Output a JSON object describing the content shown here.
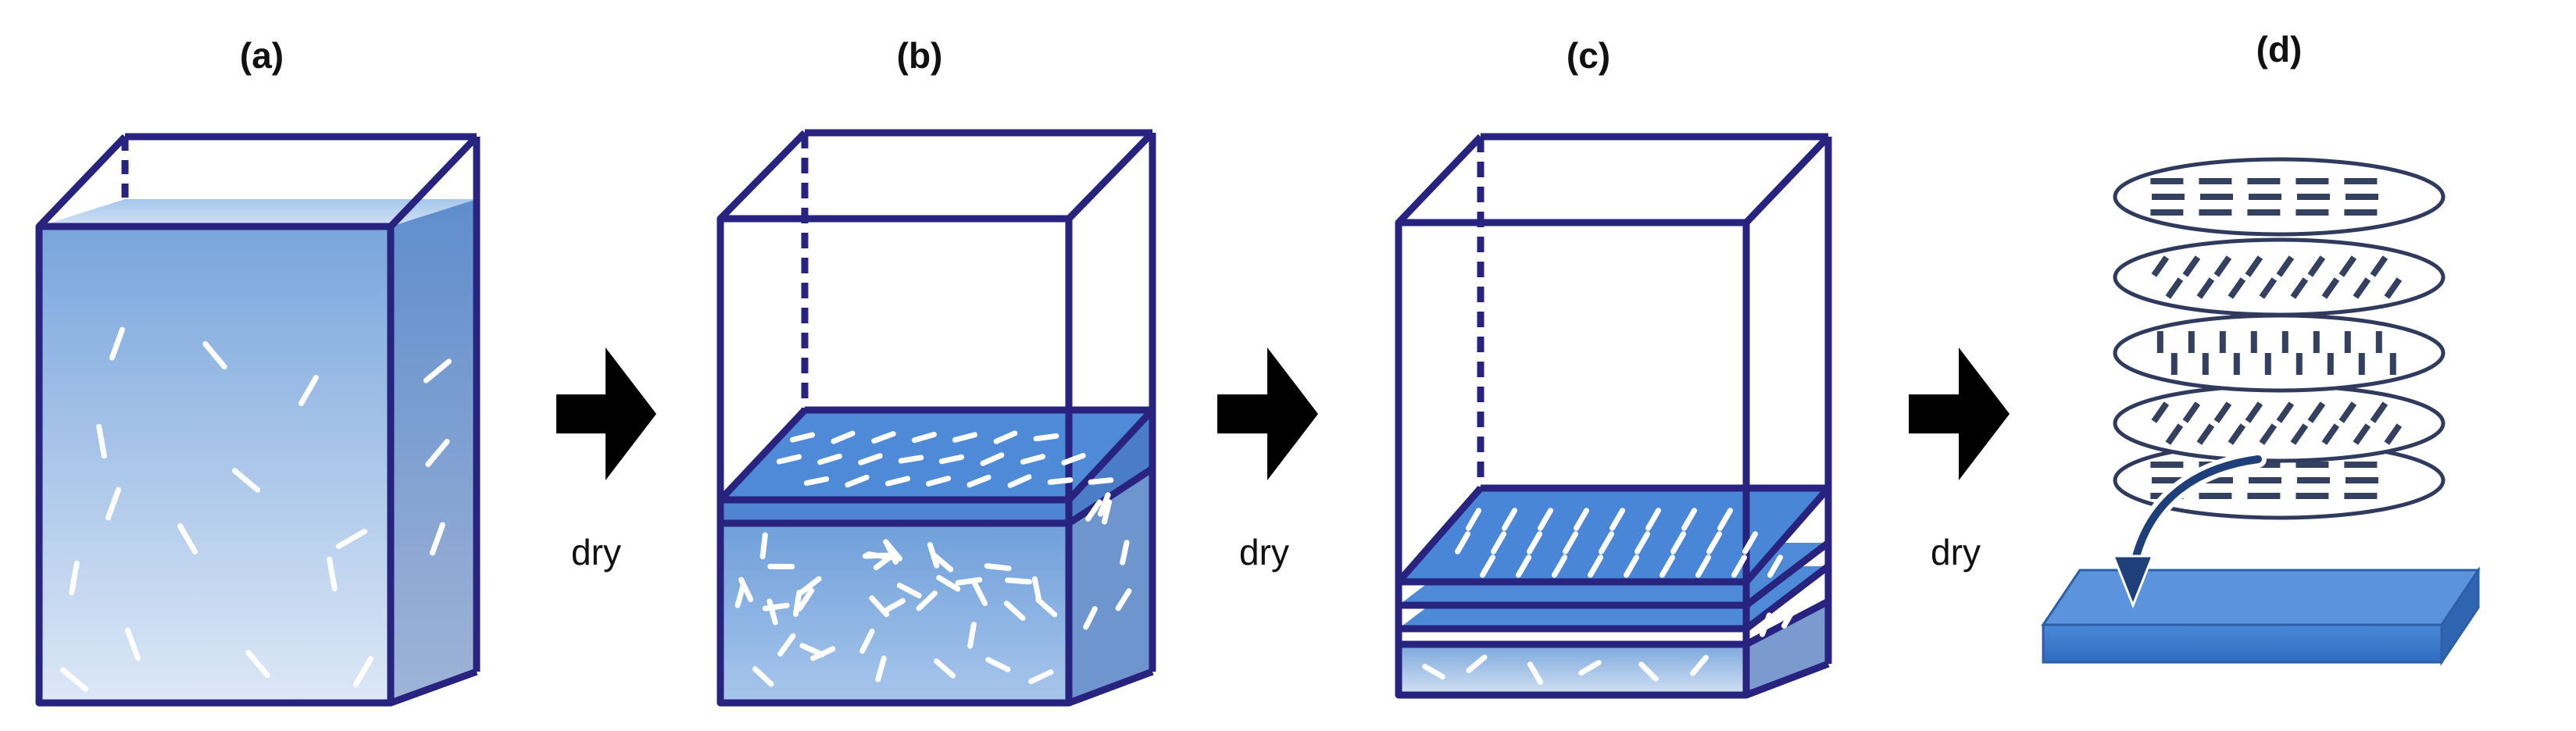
{
  "panels": [
    {
      "id": "a",
      "label": "(a)"
    },
    {
      "id": "b",
      "label": "(b)"
    },
    {
      "id": "c",
      "label": "(c)"
    },
    {
      "id": "d",
      "label": "(d)"
    }
  ],
  "arrows": [
    {
      "label": "dry"
    },
    {
      "label": "dry"
    },
    {
      "label": "dry"
    }
  ],
  "colors": {
    "outline": "#27237e",
    "liquid_light": "#dbe7f7",
    "liquid_dark": "#7aa7dc",
    "film": "#3f7fd6",
    "particle": "#ffffff",
    "dash": "#2f3a5c",
    "arrow": "#000000",
    "substrate": "#4a88d8"
  }
}
